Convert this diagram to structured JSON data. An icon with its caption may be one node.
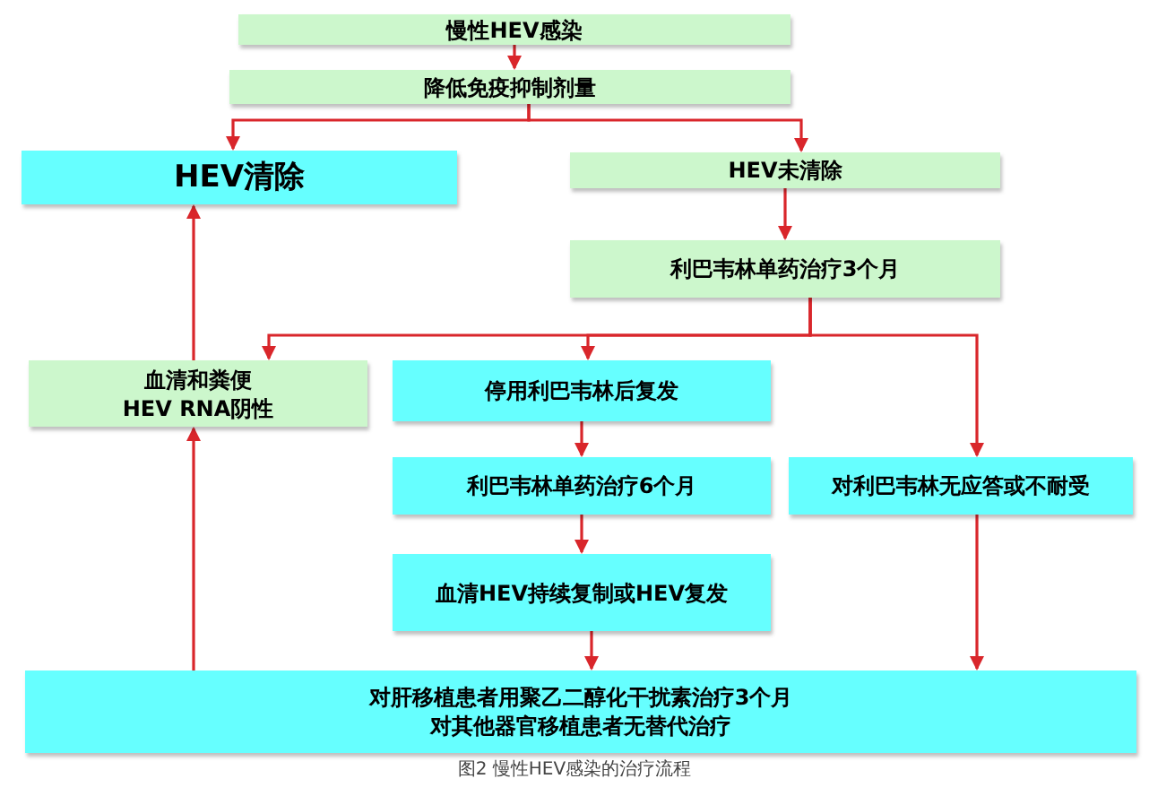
{
  "diagram": {
    "caption": "图2 慢性HEV感染的治疗流程",
    "nodes": [
      {
        "text": [
          "慢性HEV感染"
        ]
      },
      {
        "text": [
          "降低免疫抑制剂量"
        ]
      },
      {
        "text": [
          "HEV清除"
        ]
      },
      {
        "text": [
          "HEV未清除"
        ]
      },
      {
        "text": [
          "利巴韦林单药治疗3个月"
        ]
      },
      {
        "text": [
          "血清和粪便",
          "HEV RNA阴性"
        ]
      },
      {
        "text": [
          "停用利巴韦林后复发"
        ]
      },
      {
        "text": [
          "利巴韦林单药治疗6个月"
        ]
      },
      {
        "text": [
          "血清HEV持续复制或HEV复发"
        ]
      },
      {
        "text": [
          "对利巴韦林无应答或不耐受"
        ]
      },
      {
        "text": [
          "对肝移植患者用聚乙二醇化干扰素治疗3个月",
          "对其他器官移植患者无替代治疗"
        ]
      }
    ],
    "edges": [
      {
        "from": 0,
        "to": 1,
        "arrow": "to"
      },
      {
        "from": 1,
        "to": 2,
        "arrow": "to"
      },
      {
        "from": 1,
        "to": 3,
        "arrow": "to"
      },
      {
        "from": 3,
        "to": 4,
        "arrow": "to"
      },
      {
        "from": 4,
        "to": 5,
        "arrow": "to"
      },
      {
        "from": 4,
        "to": 6,
        "arrow": "to"
      },
      {
        "from": 4,
        "to": 9,
        "arrow": "to"
      },
      {
        "from": 6,
        "to": 7,
        "arrow": "to"
      },
      {
        "from": 7,
        "to": 8,
        "arrow": "to"
      },
      {
        "from": 8,
        "to": 10,
        "arrow": "to"
      },
      {
        "from": 9,
        "to": 10,
        "arrow": "to"
      },
      {
        "from": 10,
        "to": 5,
        "arrow": "to"
      },
      {
        "from": 5,
        "to": 2,
        "arrow": "to"
      }
    ]
  }
}
